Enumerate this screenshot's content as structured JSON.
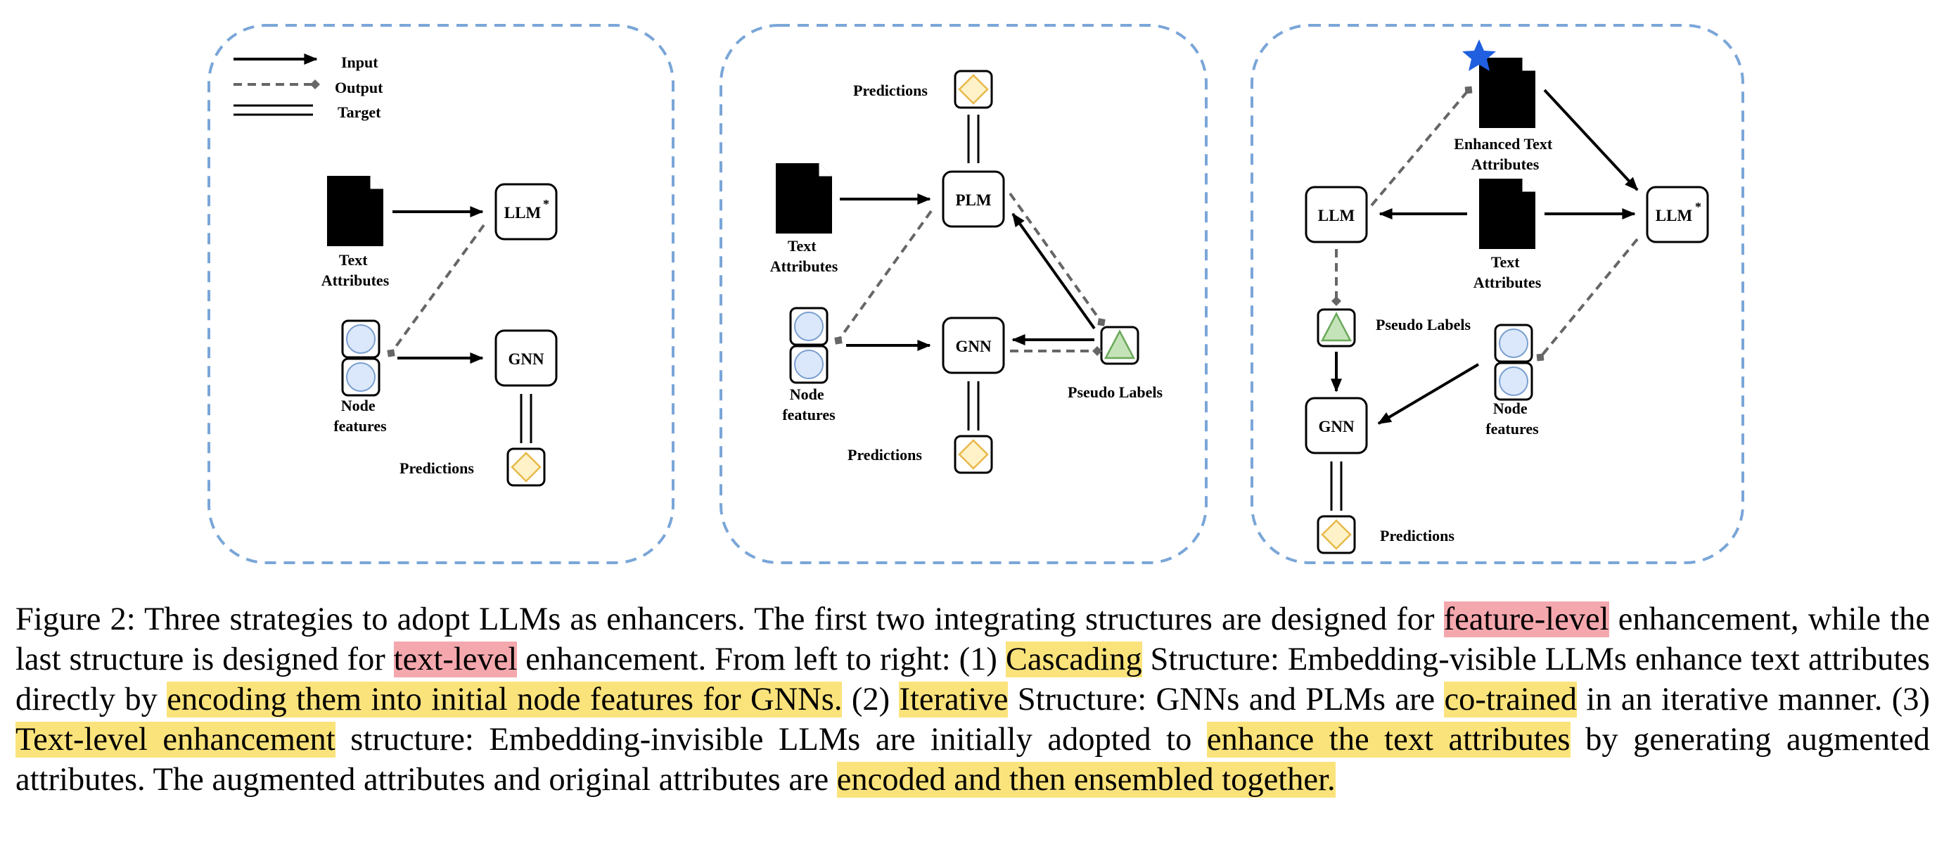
{
  "legend": {
    "input": "Input",
    "output": "Output",
    "target": "Target"
  },
  "panel1": {
    "text_attributes": [
      "Text",
      "Attributes"
    ],
    "llm": "LLM",
    "star": "*",
    "gnn": "GNN",
    "node_features": [
      "Node",
      "features"
    ],
    "predictions": "Predictions"
  },
  "panel2": {
    "predictions_top": "Predictions",
    "text_attributes": [
      "Text",
      "Attributes"
    ],
    "plm": "PLM",
    "gnn": "GNN",
    "node_features": [
      "Node",
      "features"
    ],
    "pseudo_labels": "Pseudo Labels",
    "predictions_bottom": "Predictions"
  },
  "panel3": {
    "enhanced_text_attributes": [
      "Enhanced Text",
      "Attributes"
    ],
    "llm_left": "LLM",
    "text_attributes": [
      "Text",
      "Attributes"
    ],
    "llm_right": "LLM",
    "star": "*",
    "pseudo_labels": "Pseudo Labels",
    "gnn": "GNN",
    "node_features": [
      "Node",
      "features"
    ],
    "predictions": "Predictions"
  },
  "colors": {
    "panel_border": "#7aa6d8",
    "node_feature_fill": "#dbe8fb",
    "node_feature_stroke": "#7a9fd0",
    "prediction_fill": "#fff2c8",
    "prediction_stroke": "#e8b84a",
    "pseudo_label_fill": "#c5e3b8",
    "pseudo_label_stroke": "#6aa85a",
    "star": "#1f5fe0",
    "highlight_red": "#f4a8ae",
    "highlight_yellow": "#fbe37c"
  },
  "caption": {
    "s1": "Figure 2: Three strategies to adopt LLMs as enhancers. The first two integrating structures are designed for ",
    "h1": "feature-level",
    "s2": " enhancement, while the last structure is designed for ",
    "h2": "text-level",
    "s3": " enhancement. From left to right: (1) ",
    "h3": "Cascading",
    "s4": " Structure: Embedding-visible LLMs enhance text attributes directly by ",
    "h4": "encoding them into initial node features for GNNs.",
    "s5": " (2) ",
    "h5": "Iterative",
    "s6": " Structure: GNNs and PLMs are ",
    "h6": "co-trained",
    "s7": " in an iterative manner. (3) ",
    "h7": "Text-level enhancement",
    "s8": " structure: Embedding-invisible LLMs are initially adopted to ",
    "h8": "enhance the text attributes",
    "s9": " by generating augmented attributes. The augmented attributes and original attributes are ",
    "h9": "encoded and then ensembled together."
  }
}
